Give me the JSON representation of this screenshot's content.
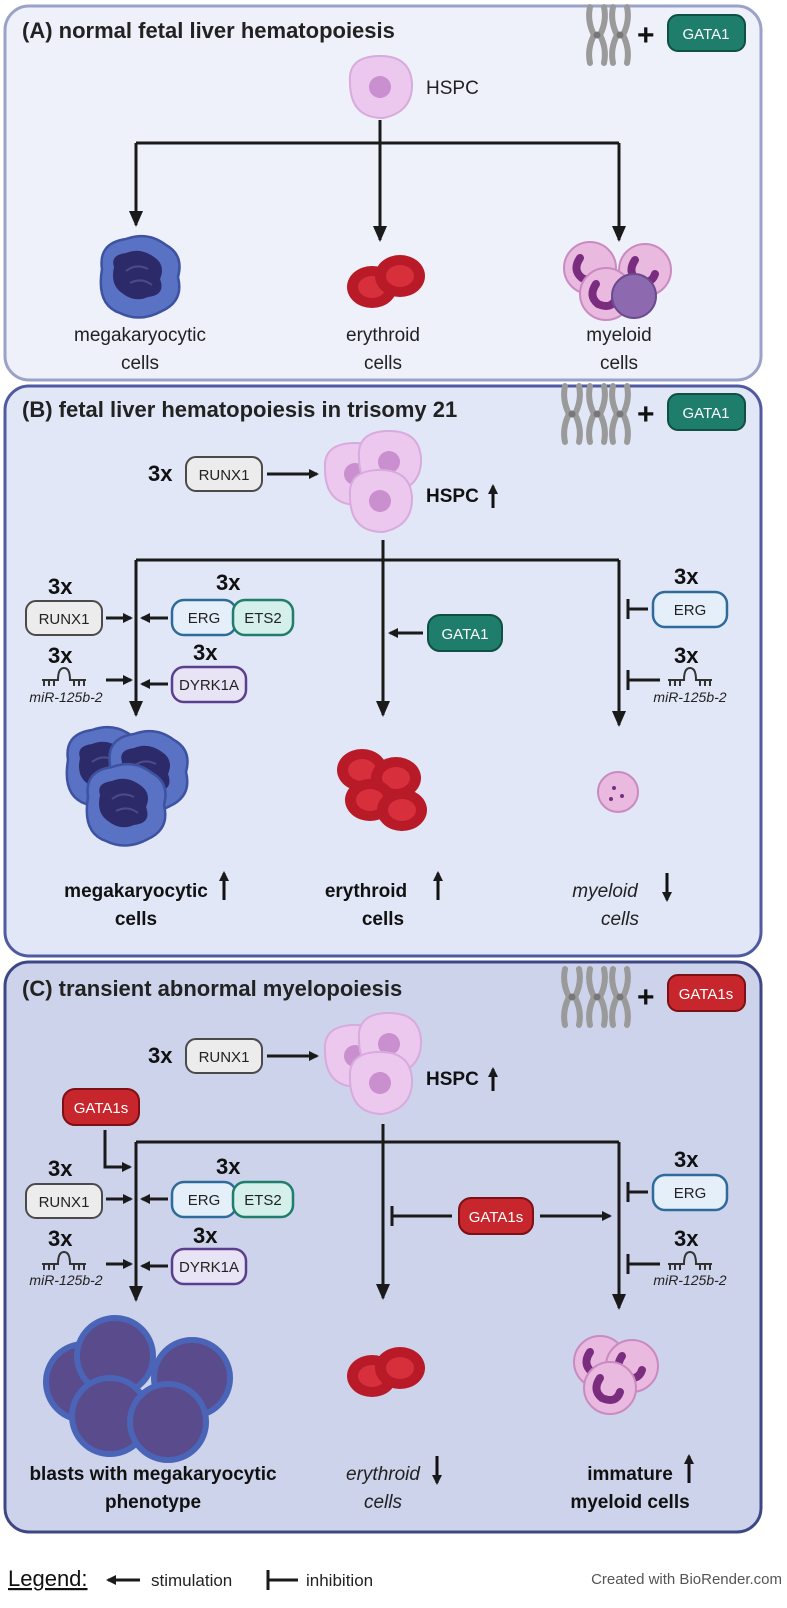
{
  "panelA": {
    "title": "(A) normal fetal liver hematopoiesis",
    "factor": "GATA1",
    "hspc": "HSPC",
    "outputs": [
      {
        "line1": "megakaryocytic",
        "line2": "cells"
      },
      {
        "line1": "erythroid",
        "line2": "cells"
      },
      {
        "line1": "myeloid",
        "line2": "cells"
      }
    ]
  },
  "panelB": {
    "title": "(B) fetal liver hematopoiesis in trisomy 21",
    "factor": "GATA1",
    "hspc": "HSPC",
    "copies": "3x",
    "runx1": "RUNX1",
    "erg": "ERG",
    "ets2": "ETS2",
    "dyrk1a": "DYRK1A",
    "mir": "miR-125b-2",
    "gata1_mid": "GATA1",
    "outputs": [
      {
        "line1": "megakaryocytic",
        "line2": "cells"
      },
      {
        "line1": "erythroid",
        "line2": "cells"
      },
      {
        "line1": "myeloid",
        "line2": "cells"
      }
    ]
  },
  "panelC": {
    "title": "(C) transient abnormal myelopoiesis",
    "factor": "GATA1s",
    "hspc": "HSPC",
    "copies": "3x",
    "runx1": "RUNX1",
    "erg": "ERG",
    "ets2": "ETS2",
    "dyrk1a": "DYRK1A",
    "mir": "miR-125b-2",
    "gata1s_left": "GATA1s",
    "gata1s_mid": "GATA1s",
    "outputs": [
      {
        "line1": "blasts with megakaryocytic",
        "line2": "phenotype"
      },
      {
        "line1": "erythroid",
        "line2": "cells"
      },
      {
        "line1": "immature",
        "line2": "myeloid cells"
      }
    ]
  },
  "legend": {
    "label": "Legend:",
    "stimulation": "stimulation",
    "inhibition": "inhibition"
  },
  "credit": "Created with BioRender.com",
  "colors": {
    "panelA_bg": "#eef1fa",
    "panelB_bg": "#e2e7f7",
    "panelC_bg": "#cdd3ea",
    "panel_border": "#4f5aa0",
    "gata1": "#1f7d6c",
    "gata1s": "#c7262c",
    "hspc": "#e6c2ea",
    "megakaryocyte": "#4a5fb2",
    "erythrocyte": "#c0202c",
    "myeloid": "#e9b7dc"
  },
  "icons": [
    "chromosome-icon",
    "hspc-cell-icon",
    "megakaryocyte-icon",
    "erythrocyte-icon",
    "myeloid-cell-icon",
    "mirna-hairpin-icon",
    "stimulation-arrow-icon",
    "inhibition-bar-icon"
  ]
}
